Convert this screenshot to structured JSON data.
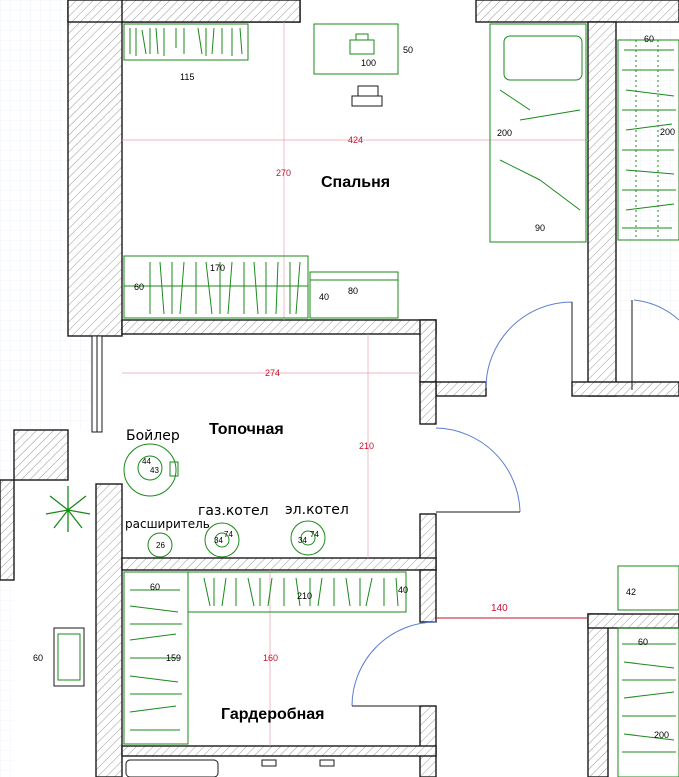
{
  "colors": {
    "wall_fill": "#ffffff",
    "wall_hatch": "#9a9a9a",
    "wall_stroke": "#1a1a1a",
    "furniture": "#1a8a1a",
    "dimension": "#c8102e",
    "door_arc": "#5b7fd0",
    "grid": "#dfe6ef"
  },
  "rooms": {
    "bedroom": "Спальня",
    "boiler_room": "Топочная",
    "wardrobe": "Гардеробная"
  },
  "equipment": {
    "boiler": {
      "label": "Бойлер",
      "d1": "44",
      "d2": "43"
    },
    "expander": {
      "label": "расширитель",
      "d": "26"
    },
    "gas_boiler": {
      "label": "газ.котел",
      "w": "34",
      "h": "74"
    },
    "electric_boiler": {
      "label": "эл.котел",
      "w": "34",
      "h": "74"
    }
  },
  "dimensions": {
    "bedroom_width": "424",
    "bedroom_height": "270",
    "shelf_top": "115",
    "desk_width": "100",
    "desk_depth": "50",
    "bed_length": "200",
    "bed_width": "90",
    "closet_right_length": "200",
    "closet_right_depth": "60",
    "wardrobe_bottom_length": "170",
    "wardrobe_bottom_depth": "60",
    "dresser_width": "80",
    "dresser_depth": "40",
    "boiler_room_width": "274",
    "boiler_room_height": "210",
    "wardrobe_shelf_length": "210",
    "wardrobe_shelf_depth": "40",
    "wardrobe_left_depth": "60",
    "wardrobe_left_length": "159",
    "wardrobe_height": "160",
    "hall_width": "140",
    "plant_stand": "60",
    "right_cabinet_depth": "42",
    "right_bottom_depth": "60",
    "right_bottom_length": "200"
  }
}
